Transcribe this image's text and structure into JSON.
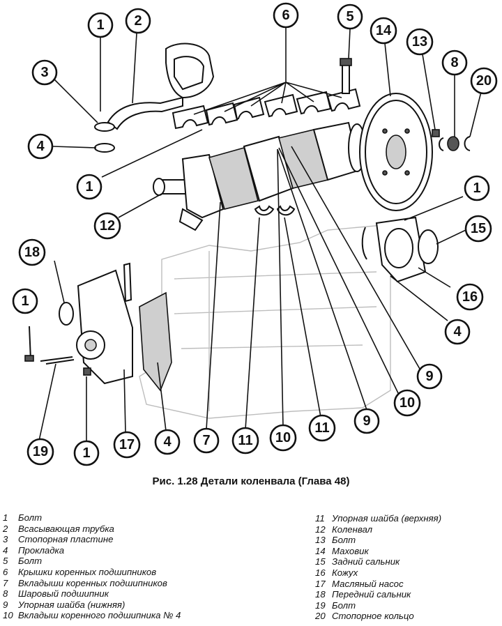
{
  "figure": {
    "caption": "Рис. 1.28 Детали коленвала (Глава 48)"
  },
  "callouts": [
    {
      "id": "c1a",
      "label": "1"
    },
    {
      "id": "c2",
      "label": "2"
    },
    {
      "id": "c3",
      "label": "3"
    },
    {
      "id": "c4a",
      "label": "4"
    },
    {
      "id": "c1b",
      "label": "1"
    },
    {
      "id": "c6",
      "label": "6"
    },
    {
      "id": "c5",
      "label": "5"
    },
    {
      "id": "c14",
      "label": "14"
    },
    {
      "id": "c13",
      "label": "13"
    },
    {
      "id": "c8",
      "label": "8"
    },
    {
      "id": "c20",
      "label": "20"
    },
    {
      "id": "c12",
      "label": "12"
    },
    {
      "id": "c1c",
      "label": "1"
    },
    {
      "id": "c15",
      "label": "15"
    },
    {
      "id": "c18",
      "label": "18"
    },
    {
      "id": "c1d",
      "label": "1"
    },
    {
      "id": "c16",
      "label": "16"
    },
    {
      "id": "c4b",
      "label": "4"
    },
    {
      "id": "c9a",
      "label": "9"
    },
    {
      "id": "c10a",
      "label": "10"
    },
    {
      "id": "c19",
      "label": "19"
    },
    {
      "id": "c1e",
      "label": "1"
    },
    {
      "id": "c17",
      "label": "17"
    },
    {
      "id": "c4c",
      "label": "4"
    },
    {
      "id": "c7",
      "label": "7"
    },
    {
      "id": "c11a",
      "label": "11"
    },
    {
      "id": "c10b",
      "label": "10"
    },
    {
      "id": "c11b",
      "label": "11"
    },
    {
      "id": "c9b",
      "label": "9"
    }
  ],
  "legend_left": [
    {
      "num": "1",
      "text": "Болт"
    },
    {
      "num": "2",
      "text": "Всасывающая трубка"
    },
    {
      "num": "3",
      "text": "Стопорная пластине"
    },
    {
      "num": "4",
      "text": "Прокладка"
    },
    {
      "num": "5",
      "text": "Болт"
    },
    {
      "num": "6",
      "text": "Крышки коренных подшипников"
    },
    {
      "num": "7",
      "text": "Вкладыши коренных подшипников"
    },
    {
      "num": "8",
      "text": "Шаровый подшипник"
    },
    {
      "num": "9",
      "text": "Упорная шайба (нижняя)"
    },
    {
      "num": "10",
      "text": "Вкладыш коренного подшипника № 4"
    }
  ],
  "legend_right": [
    {
      "num": "11",
      "text": "Упорная шайба (верхняя)"
    },
    {
      "num": "12",
      "text": "Коленвал"
    },
    {
      "num": "13",
      "text": "Болт"
    },
    {
      "num": "14",
      "text": "Маховик"
    },
    {
      "num": "15",
      "text": "Задний сальник"
    },
    {
      "num": "16",
      "text": "Кожух"
    },
    {
      "num": "17",
      "text": "Масляный насос"
    },
    {
      "num": "18",
      "text": "Передний сальник"
    },
    {
      "num": "19",
      "text": "Болт"
    },
    {
      "num": "20",
      "text": "Стопорное кольцо"
    }
  ]
}
